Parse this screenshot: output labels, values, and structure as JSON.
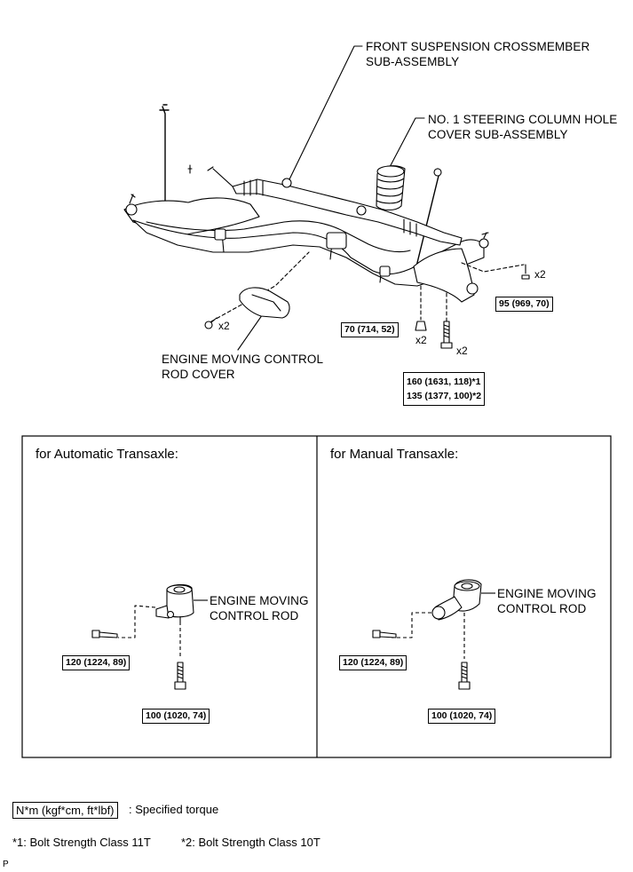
{
  "labels": {
    "crossmember": [
      "FRONT SUSPENSION CROSSMEMBER",
      "SUB-ASSEMBLY"
    ],
    "column_cover": [
      "NO. 1 STEERING COLUMN HOLE",
      "COVER SUB-ASSEMBLY"
    ],
    "rod_cover": [
      "ENGINE MOVING CONTROL",
      "ROD COVER"
    ]
  },
  "torques": {
    "t95": "95 (969, 70)",
    "t70": "70 (714, 52)",
    "t160": "160 (1631, 118)*1",
    "t135": "135 (1377, 100)*2"
  },
  "quantities": {
    "q_right": "x2",
    "q_left": "x2",
    "q_70": "x2",
    "q_160": "x2"
  },
  "panels": {
    "automatic": {
      "title": "for Automatic Transaxle:",
      "part_label": [
        "ENGINE MOVING",
        "CONTROL ROD"
      ],
      "torque_a": "120 (1224, 89)",
      "torque_b": "100 (1020, 74)"
    },
    "manual": {
      "title": "for Manual Transaxle:",
      "part_label": [
        "ENGINE MOVING",
        "CONTROL ROD"
      ],
      "torque_a": "120 (1224, 89)",
      "torque_b": "100 (1020, 74)"
    }
  },
  "legend": {
    "unit": "N*m (kgf*cm, ft*lbf)",
    "text": ": Specified torque"
  },
  "notes": {
    "n1": "*1: Bolt Strength Class 11T",
    "n2": "*2: Bolt Strength Class 10T"
  },
  "page_mark": "P"
}
